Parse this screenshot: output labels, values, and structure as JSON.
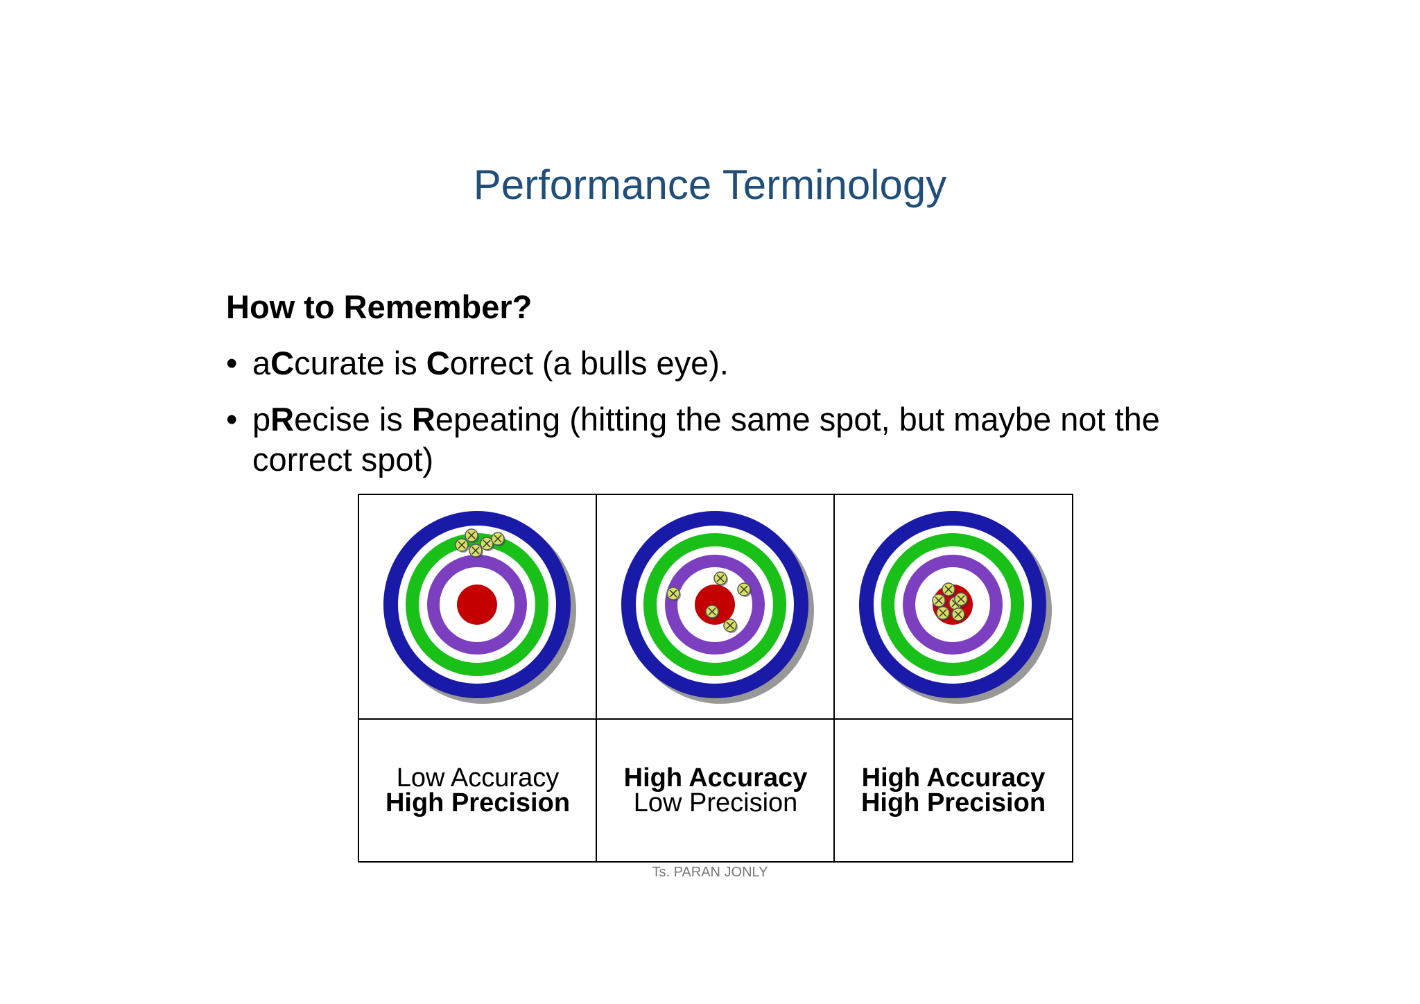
{
  "title": "Performance Terminology",
  "subheading": "How to Remember?",
  "bullets": [
    {
      "marker": "•",
      "parts": [
        {
          "text": "a",
          "bold": false
        },
        {
          "text": "C",
          "bold": true
        },
        {
          "text": "curate is ",
          "bold": false
        },
        {
          "text": "C",
          "bold": true
        },
        {
          "text": "orrect (a bulls eye).",
          "bold": false
        }
      ]
    },
    {
      "marker": "•",
      "parts": [
        {
          "text": "p",
          "bold": false
        },
        {
          "text": "R",
          "bold": true
        },
        {
          "text": "ecise is ",
          "bold": false
        },
        {
          "text": "R",
          "bold": true
        },
        {
          "text": "epeating (hitting the same spot, but maybe not the correct spot)",
          "bold": false
        }
      ]
    }
  ],
  "targets": [
    {
      "accuracy_label": "Low Accuracy",
      "accuracy_bold": false,
      "precision_label": "High Precision",
      "precision_bold": true,
      "image": "target-hits-clustered-off-center"
    },
    {
      "accuracy_label": "High Accuracy",
      "accuracy_bold": true,
      "precision_label": "Low Precision",
      "precision_bold": false,
      "image": "target-hits-scattered-around-center"
    },
    {
      "accuracy_label": "High Accuracy",
      "accuracy_bold": true,
      "precision_label": "High Precision",
      "precision_bold": true,
      "image": "target-hits-clustered-on-center"
    }
  ],
  "colors": {
    "title": "#1f4e79",
    "ring_outer": "#1a1aa8",
    "ring_middle": "#18c018",
    "ring_inner": "#7b3fc0",
    "bullseye": "#c40000",
    "hit": "#d8e060"
  },
  "footer": "Ts. PARAN JONLY"
}
